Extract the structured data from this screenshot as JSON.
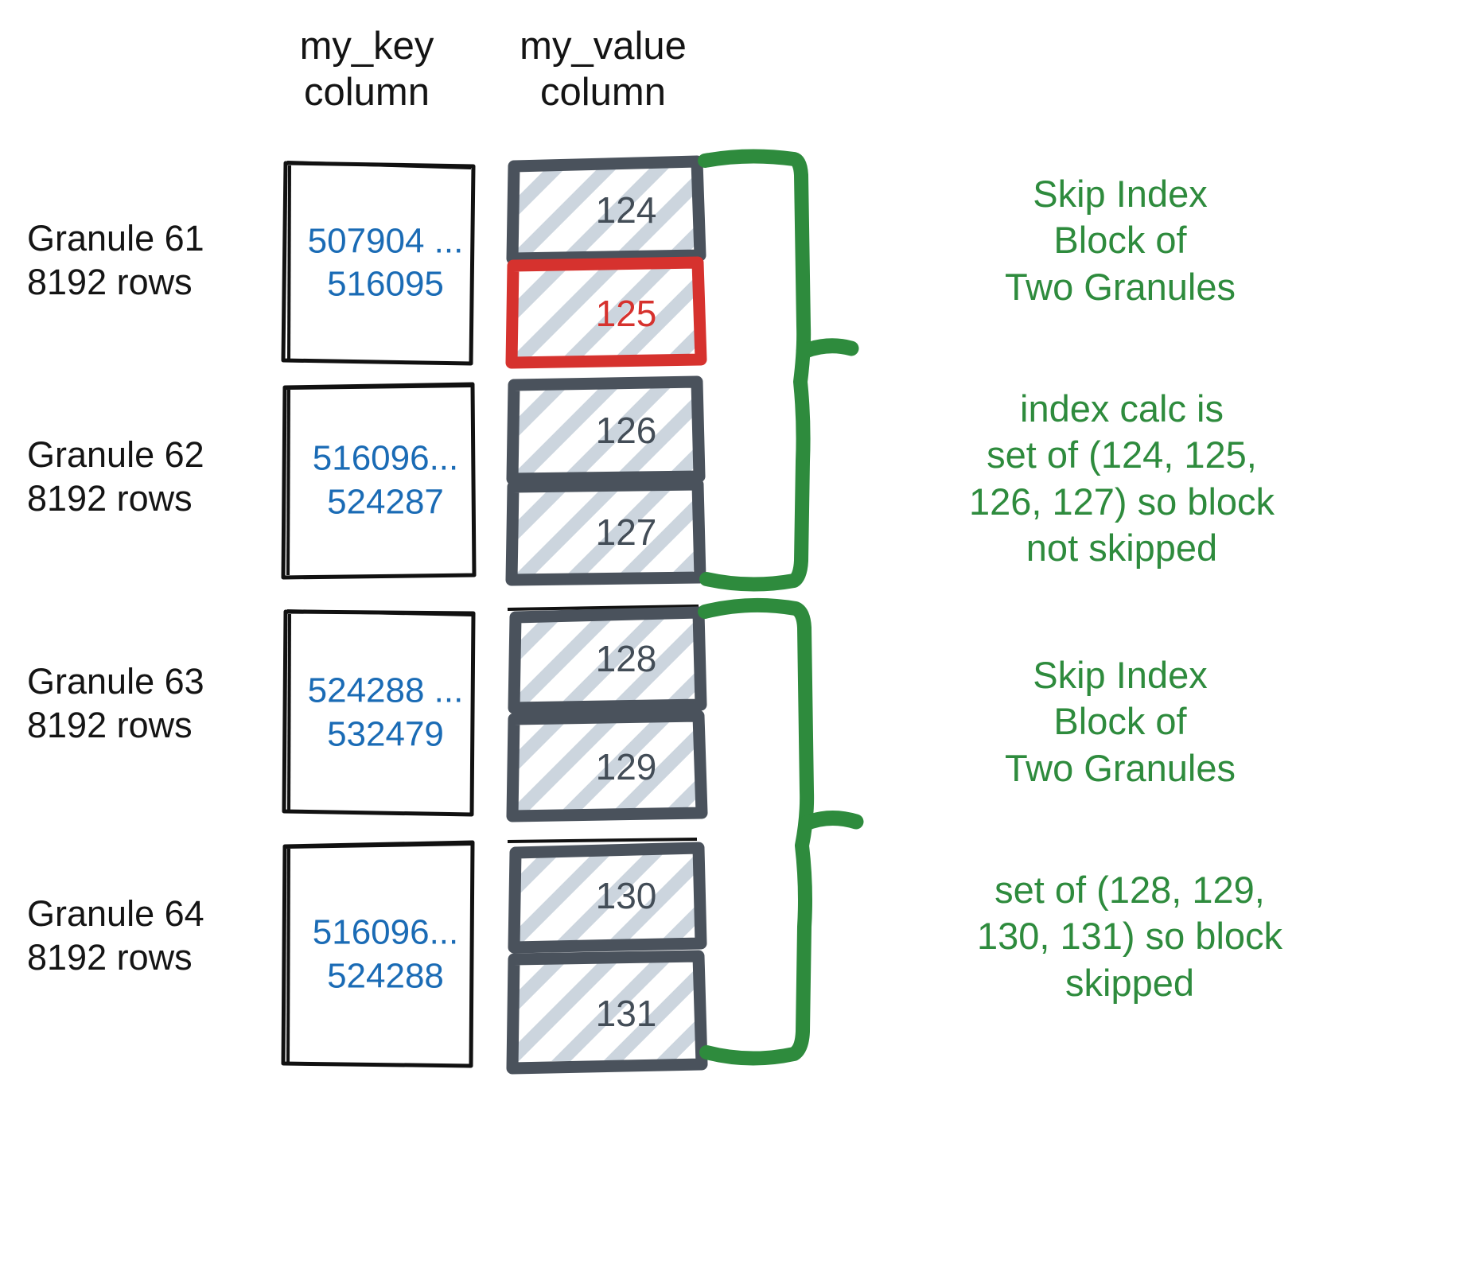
{
  "headers": {
    "key_column": "my_key\ncolumn",
    "value_column": "my_value\ncolumn"
  },
  "colors": {
    "key_text": "#1a6bb5",
    "value_text": "#434d57",
    "highlight": "#d6322e",
    "annotation": "#2e8b3d",
    "box_stroke": "#4a525c",
    "hatch": "#c8d2dc",
    "label_text": "#141414"
  },
  "granules": [
    {
      "label": "Granule 61\n8192 rows",
      "key_range": "507904 ...\n516095",
      "values": [
        {
          "text": "124",
          "highlighted": false
        },
        {
          "text": "125",
          "highlighted": true
        }
      ]
    },
    {
      "label": "Granule 62\n8192 rows",
      "key_range": "516096...\n524287",
      "values": [
        {
          "text": "126",
          "highlighted": false
        },
        {
          "text": "127",
          "highlighted": false
        }
      ]
    },
    {
      "label": "Granule 63\n8192 rows",
      "key_range": "524288 ...\n532479",
      "values": [
        {
          "text": "128",
          "highlighted": false
        },
        {
          "text": "129",
          "highlighted": false
        }
      ]
    },
    {
      "label": "Granule 64\n8192 rows",
      "key_range": "516096...\n524288",
      "values": [
        {
          "text": "130",
          "highlighted": false
        },
        {
          "text": "131",
          "highlighted": false
        }
      ]
    }
  ],
  "annotations": [
    {
      "text": "Skip Index\nBlock of\nTwo Granules"
    },
    {
      "text": "index calc is\nset of (124, 125,\n126, 127) so block\nnot skipped"
    },
    {
      "text": "Skip Index\nBlock of\nTwo Granules"
    },
    {
      "text": "set of (128, 129,\n130, 131) so block\nskipped"
    }
  ]
}
